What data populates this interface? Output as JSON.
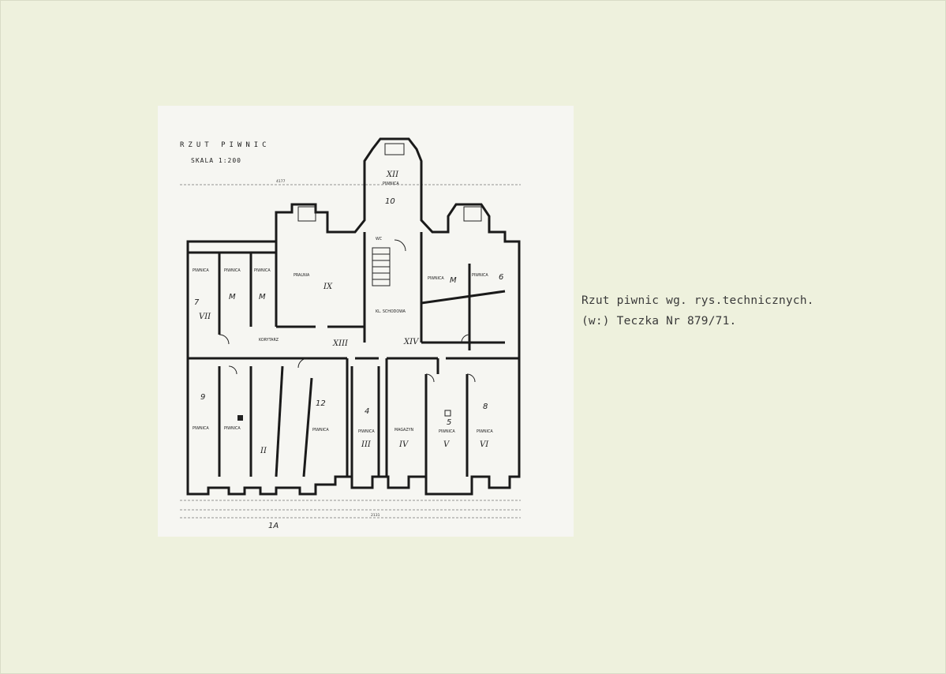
{
  "plan": {
    "title": "RZUT PIWNIC",
    "scale": "SKALA 1:200",
    "rooms": [
      {
        "id": "r-vii",
        "label": "PIWNICA",
        "roman": "VII",
        "num": "7"
      },
      {
        "id": "r-m1",
        "label": "PIWNICA",
        "num": "M"
      },
      {
        "id": "r-m2",
        "label": "PIWNICA",
        "num": "M"
      },
      {
        "id": "r-ix",
        "label": "PRALNIA",
        "roman": "IX"
      },
      {
        "id": "r-xii",
        "label": "PIWNICA",
        "roman": "XII",
        "num": "10"
      },
      {
        "id": "r-nw",
        "label": "PIWNICA",
        "num": "M"
      },
      {
        "id": "r-ne",
        "label": "PIWNICA",
        "num": "6"
      },
      {
        "id": "r-corr",
        "label": "KORYTARZ",
        "roman": "XIII"
      },
      {
        "id": "r-hall",
        "label": "KL. SCHODOWA",
        "roman": "XIV"
      },
      {
        "id": "r-9",
        "label": "PIWNICA",
        "num": "9"
      },
      {
        "id": "r-ii",
        "label": "PIWNICA",
        "roman": "II"
      },
      {
        "id": "r-12",
        "label": "PIWNICA",
        "num": "12"
      },
      {
        "id": "r-iii",
        "label": "PIWNICA",
        "roman": "III",
        "num": "4"
      },
      {
        "id": "r-iv",
        "label": "MAGAZYN",
        "roman": "IV"
      },
      {
        "id": "r-v",
        "label": "PIWNICA",
        "roman": "V",
        "num": "5"
      },
      {
        "id": "r-vi",
        "label": "PIWNICA",
        "roman": "VI",
        "num": "8"
      }
    ],
    "wc": "WC",
    "bottom_mark": "1A",
    "dims": {
      "top": "4177",
      "bottom": "2131"
    }
  },
  "caption": {
    "line1": "Rzut piwnic wg. rys.technicznych.",
    "line2": "(w:) Teczka Nr 879/71."
  }
}
